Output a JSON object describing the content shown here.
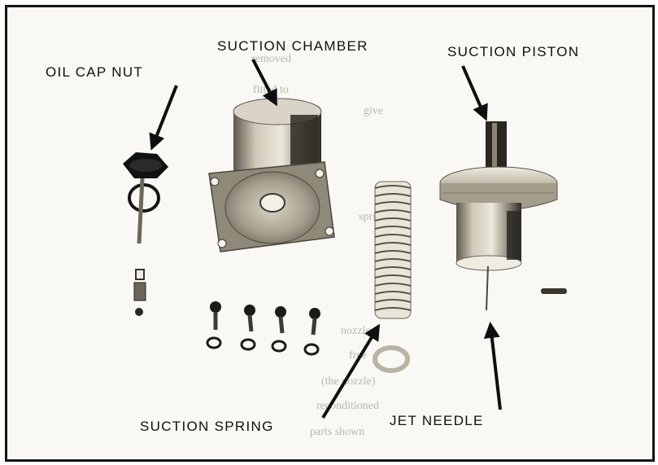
{
  "labels": {
    "oil_cap_nut": "OIL CAP NUT",
    "suction_chamber": "SUCTION CHAMBER",
    "suction_piston": "SUCTION PISTON",
    "suction_spring": "SUCTION SPRING",
    "jet_needle": "JET NEEDLE"
  },
  "colors": {
    "frame": "#151515",
    "label": "#0f0f0f",
    "metal_light": "#d8d3c4",
    "metal_dark": "#3a362f"
  }
}
